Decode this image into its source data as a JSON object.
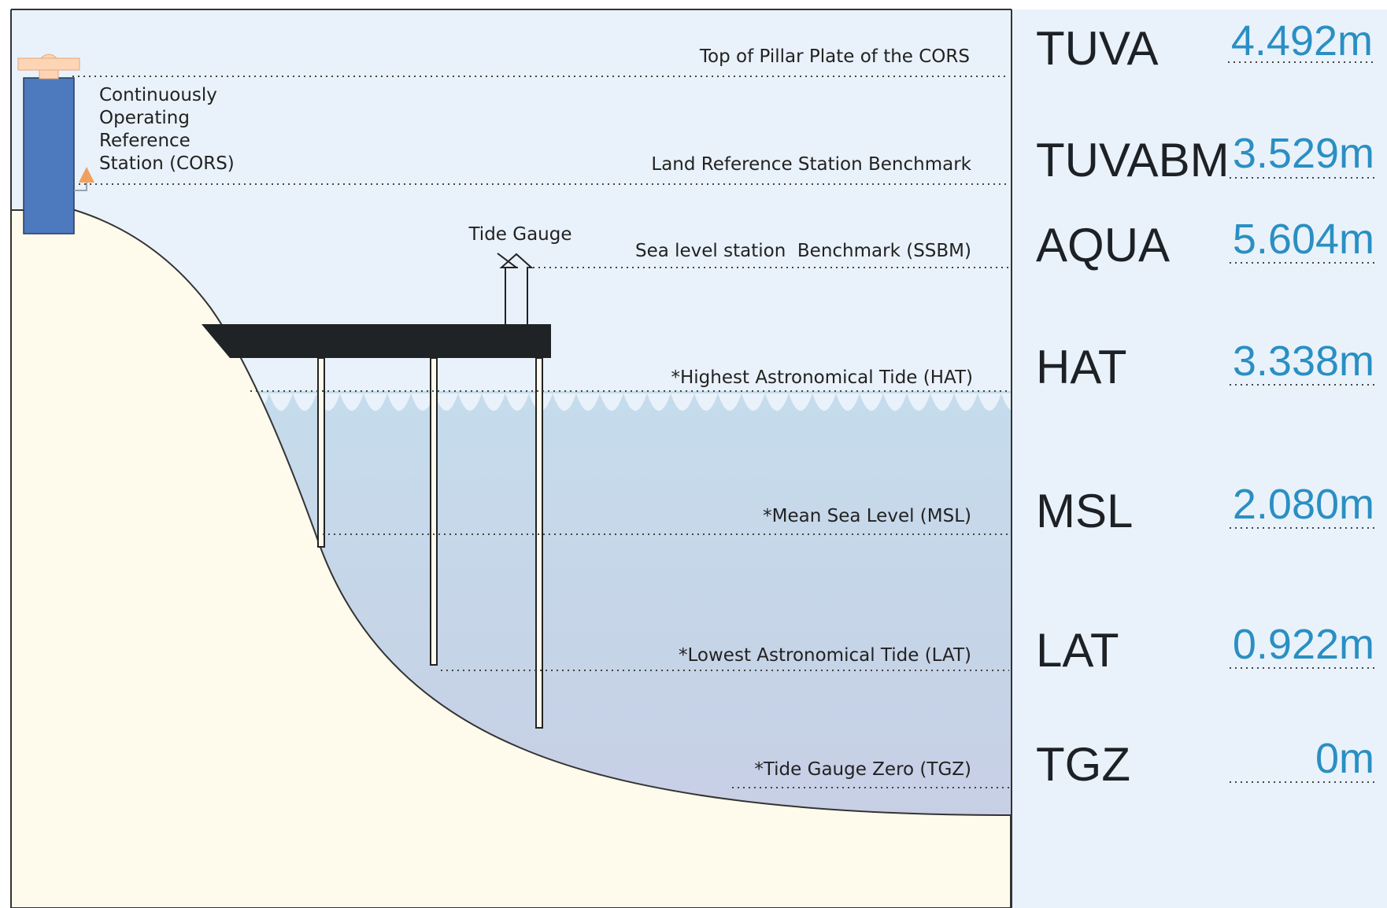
{
  "diagram": {
    "cors_label_lines": [
      "Continuously",
      "Operating",
      "Reference",
      "Station (CORS)"
    ],
    "tide_gauge_label": "Tide Gauge"
  },
  "levels": [
    {
      "label": "Top of Pillar Plate of the CORS",
      "code": "TUVA",
      "value": "4.492m"
    },
    {
      "label": "Land Reference Station Benchmark",
      "code": "TUVABM",
      "value": "3.529m"
    },
    {
      "label": "Sea level station  Benchmark (SSBM)",
      "code": "AQUA",
      "value": "5.604m"
    },
    {
      "label": "*Highest Astronomical Tide (HAT)",
      "code": "HAT",
      "value": "3.338m"
    },
    {
      "label": "*Mean Sea Level (MSL)",
      "code": "MSL",
      "value": "2.080m"
    },
    {
      "label": "*Lowest Astronomical Tide (LAT)",
      "code": "LAT",
      "value": "0.922m"
    },
    {
      "label": "*Tide Gauge Zero (TGZ)",
      "code": "TGZ",
      "value": "0m"
    }
  ],
  "colors": {
    "sky": "#e9f2fa",
    "panel": "#e9f2fa",
    "land": "#fffbec",
    "water_top": "#c5dcec",
    "water_bottom": "#c7cfe5",
    "pillar": "#4d7abf",
    "pillar_plate": "#fdd5b5",
    "benchmark": "#f0a05e",
    "jetty": "#1f2326",
    "value_text": "#2a8fc3"
  }
}
